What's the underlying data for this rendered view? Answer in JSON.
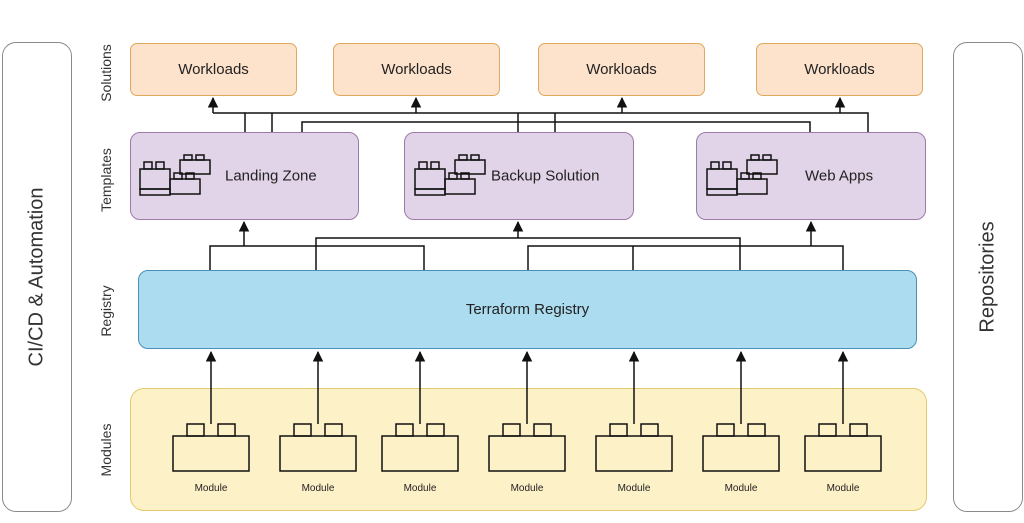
{
  "left_panel": {
    "label": "CI/CD & Automation"
  },
  "right_panel": {
    "label": "Repositories"
  },
  "layers": {
    "solutions": "Solutions",
    "templates": "Templates",
    "registry": "Registry",
    "modules": "Modules"
  },
  "solutions": [
    "Workloads",
    "Workloads",
    "Workloads",
    "Workloads"
  ],
  "templates": [
    "Landing Zone",
    "Backup Solution",
    "Web Apps"
  ],
  "registry": {
    "label": "Terraform Registry"
  },
  "modules": [
    "Module",
    "Module",
    "Module",
    "Module",
    "Module",
    "Module",
    "Module"
  ],
  "colors": {
    "solution_fill": "#fde3cc",
    "template_fill": "#e2d4e8",
    "registry_fill": "#abdcef",
    "modules_fill": "#fdf1c8"
  }
}
